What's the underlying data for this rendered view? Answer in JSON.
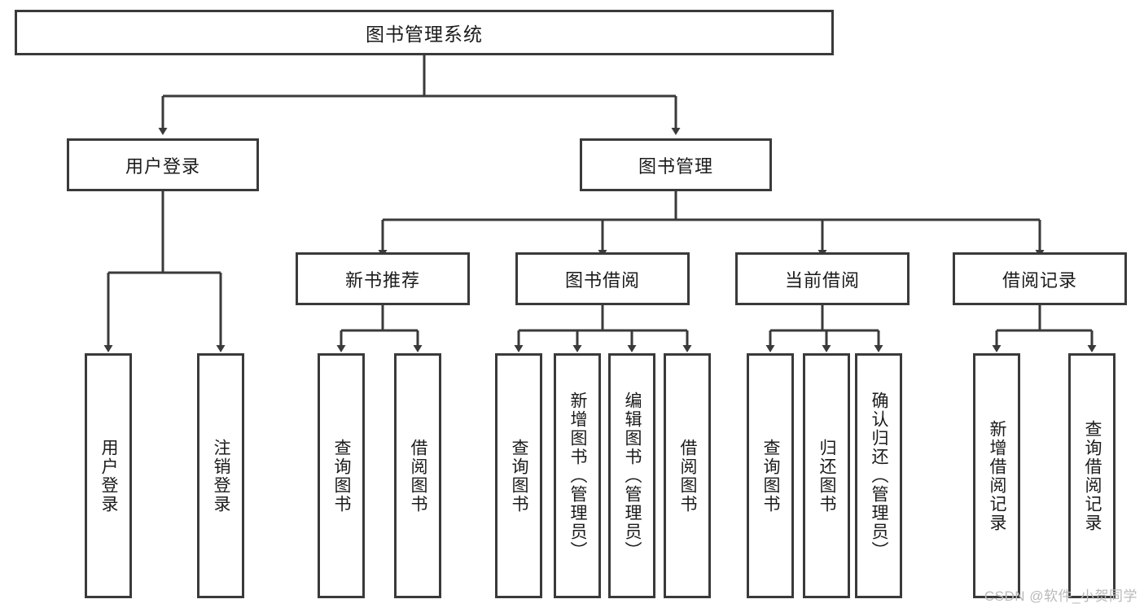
{
  "diagram": {
    "type": "tree-hierarchy-chart",
    "title": "图书管理系统",
    "style": {
      "background": "#ffffff",
      "border_color": "#3a3a3a",
      "text_color": "#1b1b1b",
      "edge_color": "#3a3a3a",
      "watermark_color": "#b9b9b9"
    },
    "root": {
      "label": "图书管理系统"
    },
    "level2": [
      {
        "label": "用户登录"
      },
      {
        "label": "图书管理"
      }
    ],
    "level3": [
      {
        "label": "新书推荐"
      },
      {
        "label": "图书借阅"
      },
      {
        "label": "当前借阅"
      },
      {
        "label": "借阅记录"
      }
    ],
    "leaves": {
      "user_login": [
        {
          "label": "用户登录"
        },
        {
          "label": "注销登录"
        }
      ],
      "new_book_recommend": [
        {
          "label": "查询图书"
        },
        {
          "label": "借阅图书"
        }
      ],
      "book_borrow": [
        {
          "label": "查询图书"
        },
        {
          "label": "新增图书（管理员）"
        },
        {
          "label": "编辑图书（管理员）"
        },
        {
          "label": "借阅图书"
        }
      ],
      "current_borrow": [
        {
          "label": "查询图书"
        },
        {
          "label": "归还图书"
        },
        {
          "label": "确认归还（管理员）"
        }
      ],
      "borrow_record": [
        {
          "label": "新增借阅记录"
        },
        {
          "label": "查询借阅记录"
        }
      ]
    }
  },
  "watermark": {
    "text": "CSDN @软件_小贺同学"
  }
}
